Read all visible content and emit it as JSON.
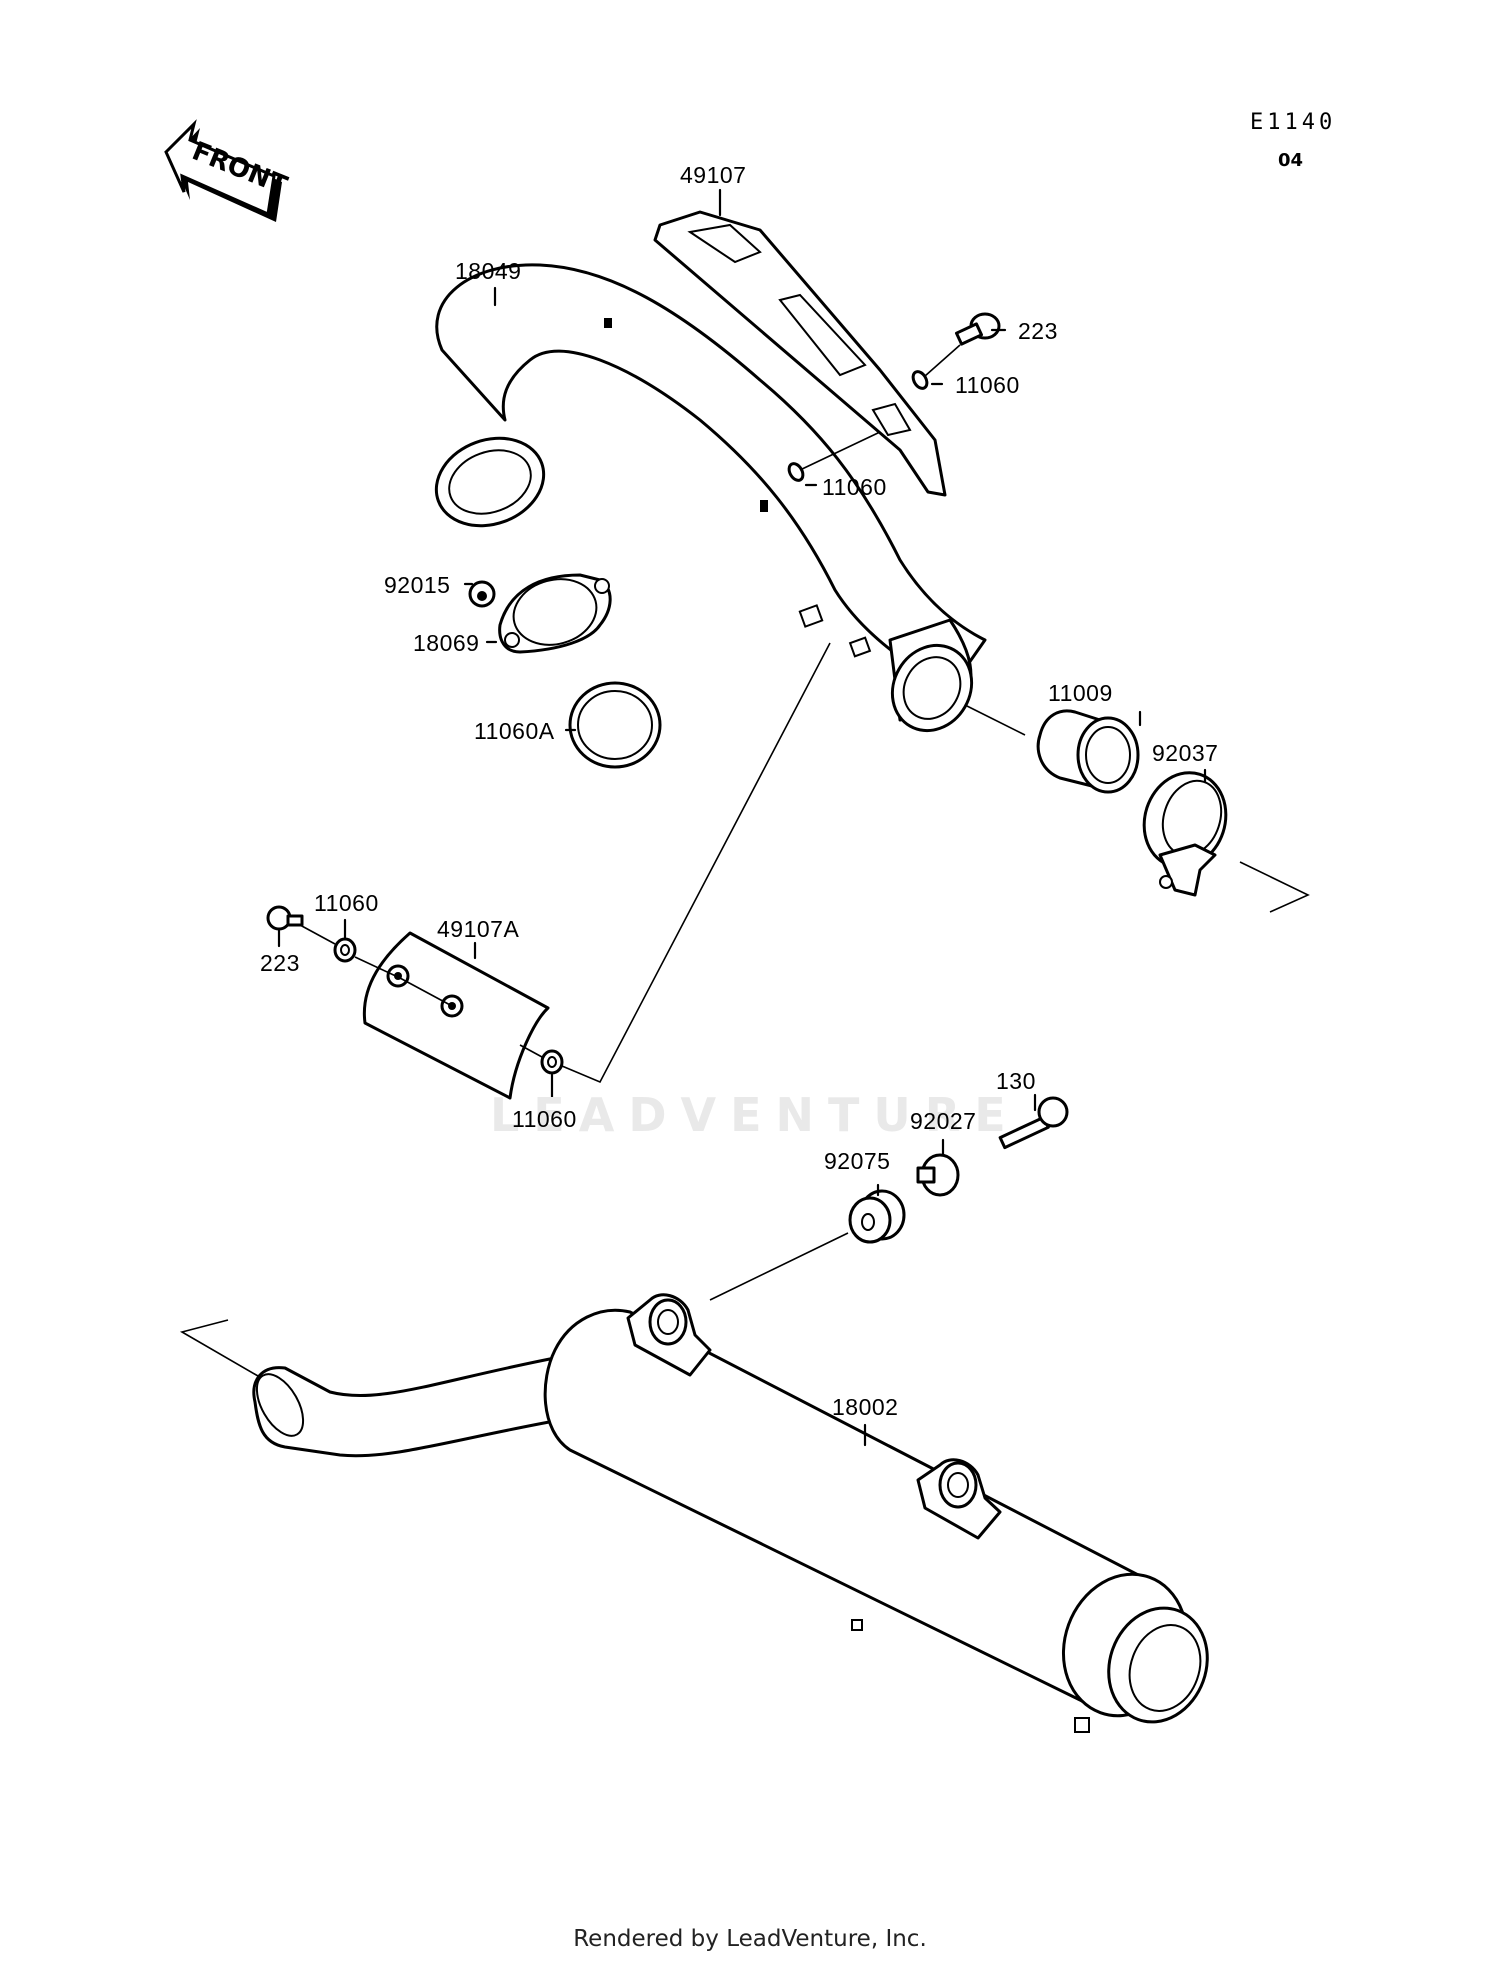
{
  "diagram": {
    "code": "E1140",
    "revision": "04",
    "front_label": "FRONT",
    "watermark": "LEADVENTURE",
    "footer": "Rendered by LeadVenture, Inc."
  },
  "parts": [
    {
      "id": "p49107",
      "number": "49107",
      "name": "heat-guard-upper"
    },
    {
      "id": "p18049",
      "number": "18049",
      "name": "exhaust-header-pipe"
    },
    {
      "id": "p223a",
      "number": "223",
      "name": "bolt-upper"
    },
    {
      "id": "p11060a",
      "number": "11060",
      "name": "washer-upper-right"
    },
    {
      "id": "p11060b",
      "number": "11060",
      "name": "washer-upper-middle"
    },
    {
      "id": "p92015",
      "number": "92015",
      "name": "nut"
    },
    {
      "id": "p18069",
      "number": "18069",
      "name": "pipe-holder-flange"
    },
    {
      "id": "p11060A",
      "number": "11060A",
      "name": "gasket-ring"
    },
    {
      "id": "p11009",
      "number": "11009",
      "name": "gasket-sleeve"
    },
    {
      "id": "p92037",
      "number": "92037",
      "name": "clamp"
    },
    {
      "id": "p11060c",
      "number": "11060",
      "name": "washer-lower-left"
    },
    {
      "id": "p223b",
      "number": "223",
      "name": "bolt-lower"
    },
    {
      "id": "p49107A",
      "number": "49107A",
      "name": "heat-guard-lower"
    },
    {
      "id": "p11060d",
      "number": "11060",
      "name": "washer-lower-right"
    },
    {
      "id": "p130",
      "number": "130",
      "name": "flanged-bolt"
    },
    {
      "id": "p92027",
      "number": "92027",
      "name": "collar"
    },
    {
      "id": "p92075",
      "number": "92075",
      "name": "rubber-damper"
    },
    {
      "id": "p18002",
      "number": "18002",
      "name": "muffler"
    }
  ],
  "labels": {
    "p49107": "49107",
    "p18049": "18049",
    "p223a": "223",
    "p11060a": "11060",
    "p11060b": "11060",
    "p92015": "92015",
    "p18069": "18069",
    "p11060A": "11060A",
    "p11009": "11009",
    "p92037": "92037",
    "p11060c": "11060",
    "p223b": "223",
    "p49107A": "49107A",
    "p11060d": "11060",
    "p130": "130",
    "p92027": "92027",
    "p92075": "92075",
    "p18002": "18002"
  }
}
